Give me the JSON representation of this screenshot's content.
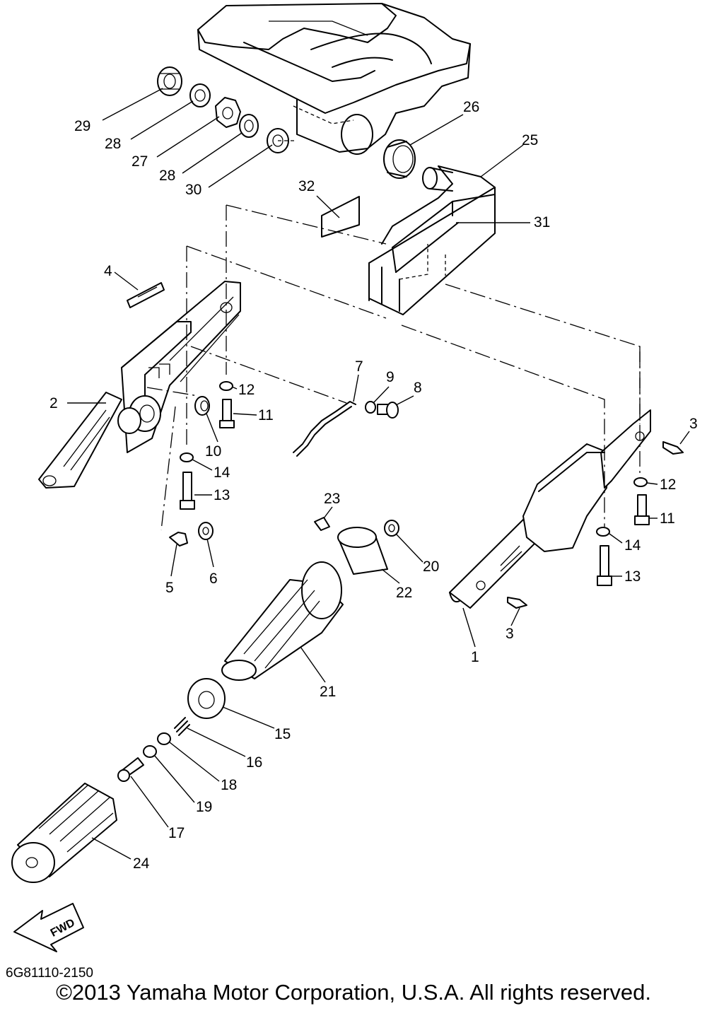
{
  "callouts": [
    {
      "id": "29",
      "label": "29"
    },
    {
      "id": "28a",
      "label": "28"
    },
    {
      "id": "27",
      "label": "27"
    },
    {
      "id": "28b",
      "label": "28"
    },
    {
      "id": "30",
      "label": "30"
    },
    {
      "id": "26",
      "label": "26"
    },
    {
      "id": "25",
      "label": "25"
    },
    {
      "id": "32",
      "label": "32"
    },
    {
      "id": "31",
      "label": "31"
    },
    {
      "id": "4",
      "label": "4"
    },
    {
      "id": "2",
      "label": "2"
    },
    {
      "id": "7",
      "label": "7"
    },
    {
      "id": "9",
      "label": "9"
    },
    {
      "id": "8",
      "label": "8"
    },
    {
      "id": "12a",
      "label": "12"
    },
    {
      "id": "11a",
      "label": "11"
    },
    {
      "id": "10",
      "label": "10"
    },
    {
      "id": "14a",
      "label": "14"
    },
    {
      "id": "13a",
      "label": "13"
    },
    {
      "id": "5",
      "label": "5"
    },
    {
      "id": "6",
      "label": "6"
    },
    {
      "id": "3a",
      "label": "3"
    },
    {
      "id": "12b",
      "label": "12"
    },
    {
      "id": "11b",
      "label": "11"
    },
    {
      "id": "14b",
      "label": "14"
    },
    {
      "id": "13b",
      "label": "13"
    },
    {
      "id": "23",
      "label": "23"
    },
    {
      "id": "20",
      "label": "20"
    },
    {
      "id": "22",
      "label": "22"
    },
    {
      "id": "3b",
      "label": "3"
    },
    {
      "id": "1",
      "label": "1"
    },
    {
      "id": "21",
      "label": "21"
    },
    {
      "id": "15",
      "label": "15"
    },
    {
      "id": "16",
      "label": "16"
    },
    {
      "id": "18",
      "label": "18"
    },
    {
      "id": "19",
      "label": "19"
    },
    {
      "id": "17",
      "label": "17"
    },
    {
      "id": "24",
      "label": "24"
    }
  ],
  "fwd_label": "FWD",
  "diagram_code": "6G81110-2150",
  "copyright": "©2013 Yamaha Motor Corporation, U.S.A. All rights reserved."
}
